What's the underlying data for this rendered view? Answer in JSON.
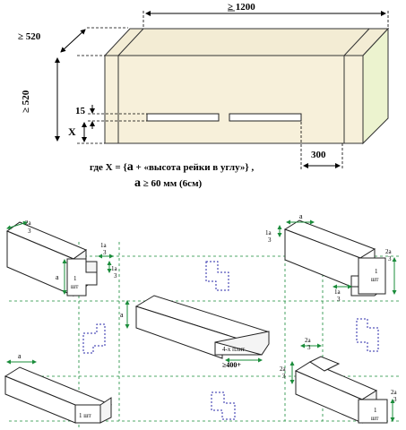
{
  "top": {
    "length_label": "≥ 1200",
    "depth_label": "≥ 520",
    "height_label": "≥ 520",
    "slot_height_label": "15",
    "x_label": "X",
    "distance_label": "300",
    "formula_line1_prefix": "где X = {",
    "formula_line1_a": "а",
    "formula_line1_rest": " + «высота рейки в углу»} ,",
    "formula_line2_a": "а",
    "formula_line2_rest": " ≥ 60 мм (6см)"
  },
  "profiles": {
    "two_a_three": "2а",
    "a_three": "1а",
    "den": "3",
    "a": "а",
    "one_sht": "1",
    "sht": "шт",
    "sht_word": "1 шт",
    "four_plit": "4-х плит",
    "ge_400": "≥400+"
  },
  "colors": {
    "block_face": "#f7f0da",
    "block_top": "#f3ecd4",
    "block_side": "#ecf3cf",
    "dim_green": "#1a8c3a",
    "dash_blue": "#2a2aa8"
  }
}
